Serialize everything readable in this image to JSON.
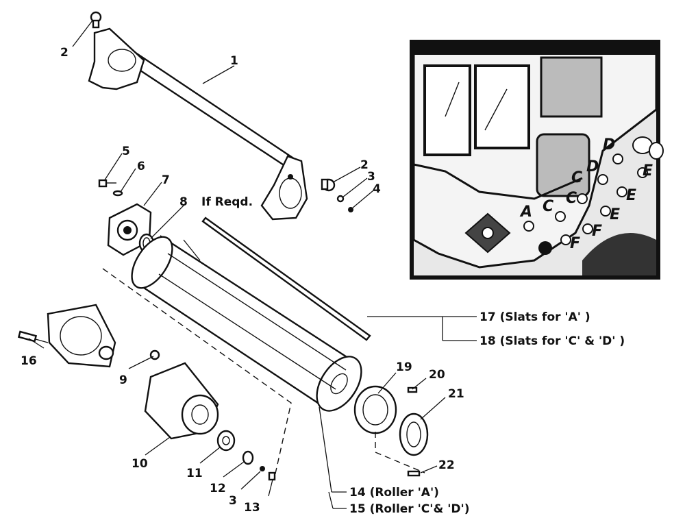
{
  "callouts": {
    "c1": "1",
    "c2a": "2",
    "c2b": "2",
    "c3a": "3",
    "c3b": "3",
    "c4": "4",
    "c5": "5",
    "c6": "6",
    "c7": "7",
    "c8": "8",
    "if_reqd": "If Reqd.",
    "c9": "9",
    "c10": "10",
    "c11": "11",
    "c12": "12",
    "c13": "13",
    "c16": "16",
    "c17": "17 (Slats for 'A' )",
    "c18": "18 (Slats for 'C' & 'D' )",
    "c19": "19",
    "c20": "20",
    "c21": "21",
    "c22": "22",
    "c14": "14 (Roller 'A')",
    "c15": "15 (Roller 'C'& 'D')"
  },
  "inset": {
    "letters": {
      "a": "A",
      "c1": "C",
      "c2": "C",
      "c3": "C",
      "d1": "D",
      "d2": "D",
      "e1": "E",
      "e2": "E",
      "e3": "E",
      "f1": "F",
      "f2": "F"
    }
  }
}
